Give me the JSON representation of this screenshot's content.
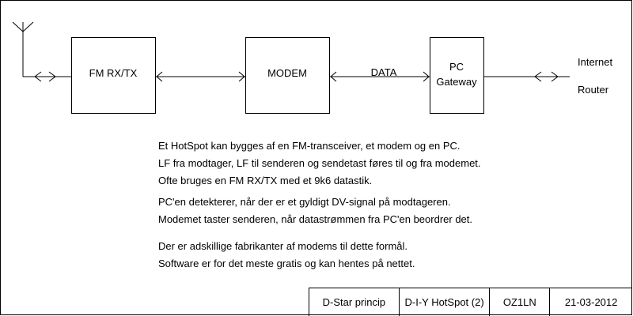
{
  "diagram": {
    "blocks": {
      "fm": "FM RX/TX",
      "modem": "MODEM",
      "pc_line1": "PC",
      "pc_line2": "Gateway"
    },
    "link_label": "DATA",
    "internet_label": "Internet",
    "router_label": "Router"
  },
  "description": {
    "paragraph1": [
      "Et HotSpot kan bygges af en FM-transceiver, et modem og en PC.",
      "LF fra modtager, LF til senderen og sendetast føres til og fra modemet.",
      "Ofte bruges en FM RX/TX med et 9k6 datastik."
    ],
    "paragraph2": [
      "PC'en detekterer, når der er et gyldigt DV-signal på modtageren.",
      "Modemet taster senderen, når datastrømmen fra PC'en beordrer det."
    ],
    "paragraph3": [
      "Der er adskillige fabrikanter af modems til dette formål.",
      "Software er for det meste gratis og kan hentes på nettet."
    ]
  },
  "footer": {
    "topic": "D-Star princip",
    "title": "D-I-Y HotSpot (2)",
    "author": "OZ1LN",
    "date": "21-03-2012"
  }
}
